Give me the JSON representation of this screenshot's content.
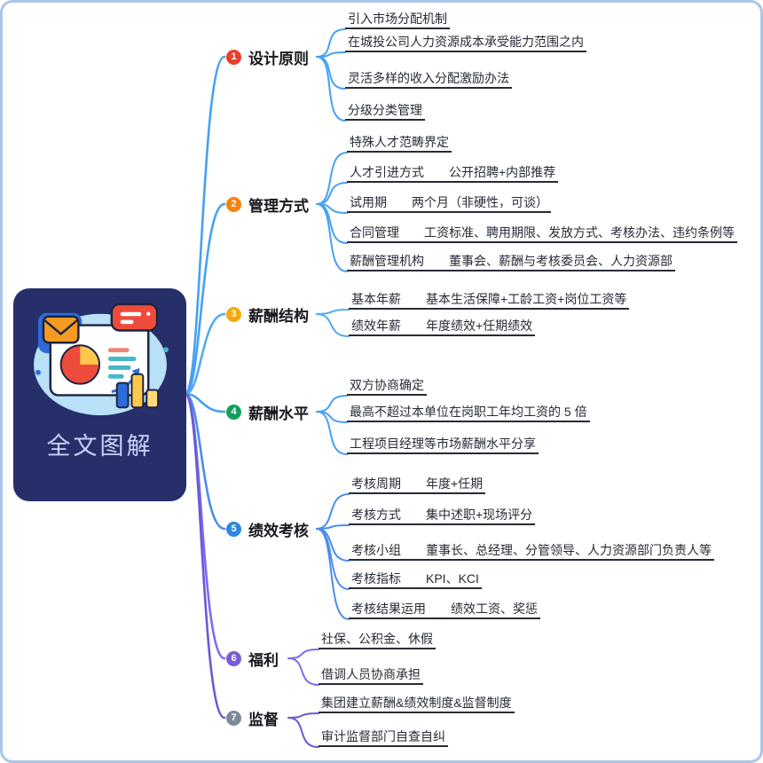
{
  "root": {
    "label": "全文图解",
    "illustration": "presentation-chart-illustration"
  },
  "branches": [
    {
      "num": "1",
      "label": "设计原则",
      "children": [
        {
          "text": "引入市场分配机制"
        },
        {
          "text": "在城投公司人力资源成本承受能力范围之内"
        },
        {
          "text": "灵活多样的收入分配激励办法"
        },
        {
          "text": "分级分类管理"
        }
      ]
    },
    {
      "num": "2",
      "label": "管理方式",
      "children": [
        {
          "text": "特殊人才范畴界定"
        },
        {
          "text": "人才引进方式",
          "sub": "公开招聘+内部推荐"
        },
        {
          "text": "试用期",
          "sub": "两个月（非硬性，可谈）"
        },
        {
          "text": "合同管理",
          "sub": "工资标准、聘用期限、发放方式、考核办法、违约条例等"
        },
        {
          "text": "薪酬管理机构",
          "sub": "董事会、薪酬与考核委员会、人力资源部"
        }
      ]
    },
    {
      "num": "3",
      "label": "薪酬结构",
      "children": [
        {
          "text": "基本年薪",
          "sub": "基本生活保障+工龄工资+岗位工资等"
        },
        {
          "text": "绩效年薪",
          "sub": "年度绩效+任期绩效"
        }
      ]
    },
    {
      "num": "4",
      "label": "薪酬水平",
      "children": [
        {
          "text": "双方协商确定"
        },
        {
          "text": "最高不超过本单位在岗职工年均工资的 5 倍"
        },
        {
          "text": "工程项目经理等市场薪酬水平分享"
        }
      ]
    },
    {
      "num": "5",
      "label": "绩效考核",
      "children": [
        {
          "text": "考核周期",
          "sub": "年度+任期"
        },
        {
          "text": "考核方式",
          "sub": "集中述职+现场评分"
        },
        {
          "text": "考核小组",
          "sub": "董事长、总经理、分管领导、人力资源部门负责人等"
        },
        {
          "text": "考核指标",
          "sub": "KPI、KCI"
        },
        {
          "text": "考核结果运用",
          "sub": "绩效工资、奖惩"
        }
      ]
    },
    {
      "num": "6",
      "label": "福利",
      "children": [
        {
          "text": "社保、公积金、休假"
        },
        {
          "text": "借调人员协商承担"
        }
      ]
    },
    {
      "num": "7",
      "label": "监督",
      "children": [
        {
          "text": "集团建立薪酬&绩效制度&监督制度"
        },
        {
          "text": "审计监督部门自查自纠"
        }
      ]
    }
  ],
  "colors": {
    "canvas_border": "#a9c6e8",
    "root_bg": "#272f6a",
    "root_label": "#c9d3fb",
    "leaf_text": "#262b36",
    "branch_label_text": "#17171d",
    "branch_badges": [
      "#e6402c",
      "#f6820d",
      "#f6a90d",
      "#11a05b",
      "#2e86dd",
      "#7a5bd6",
      "#7f8a99"
    ],
    "branch_lines": [
      "#47a0f4",
      "#47a0f4",
      "#52aaf4",
      "#47a0f4",
      "#4b8cee",
      "#7e6af0",
      "#685ad6"
    ]
  }
}
